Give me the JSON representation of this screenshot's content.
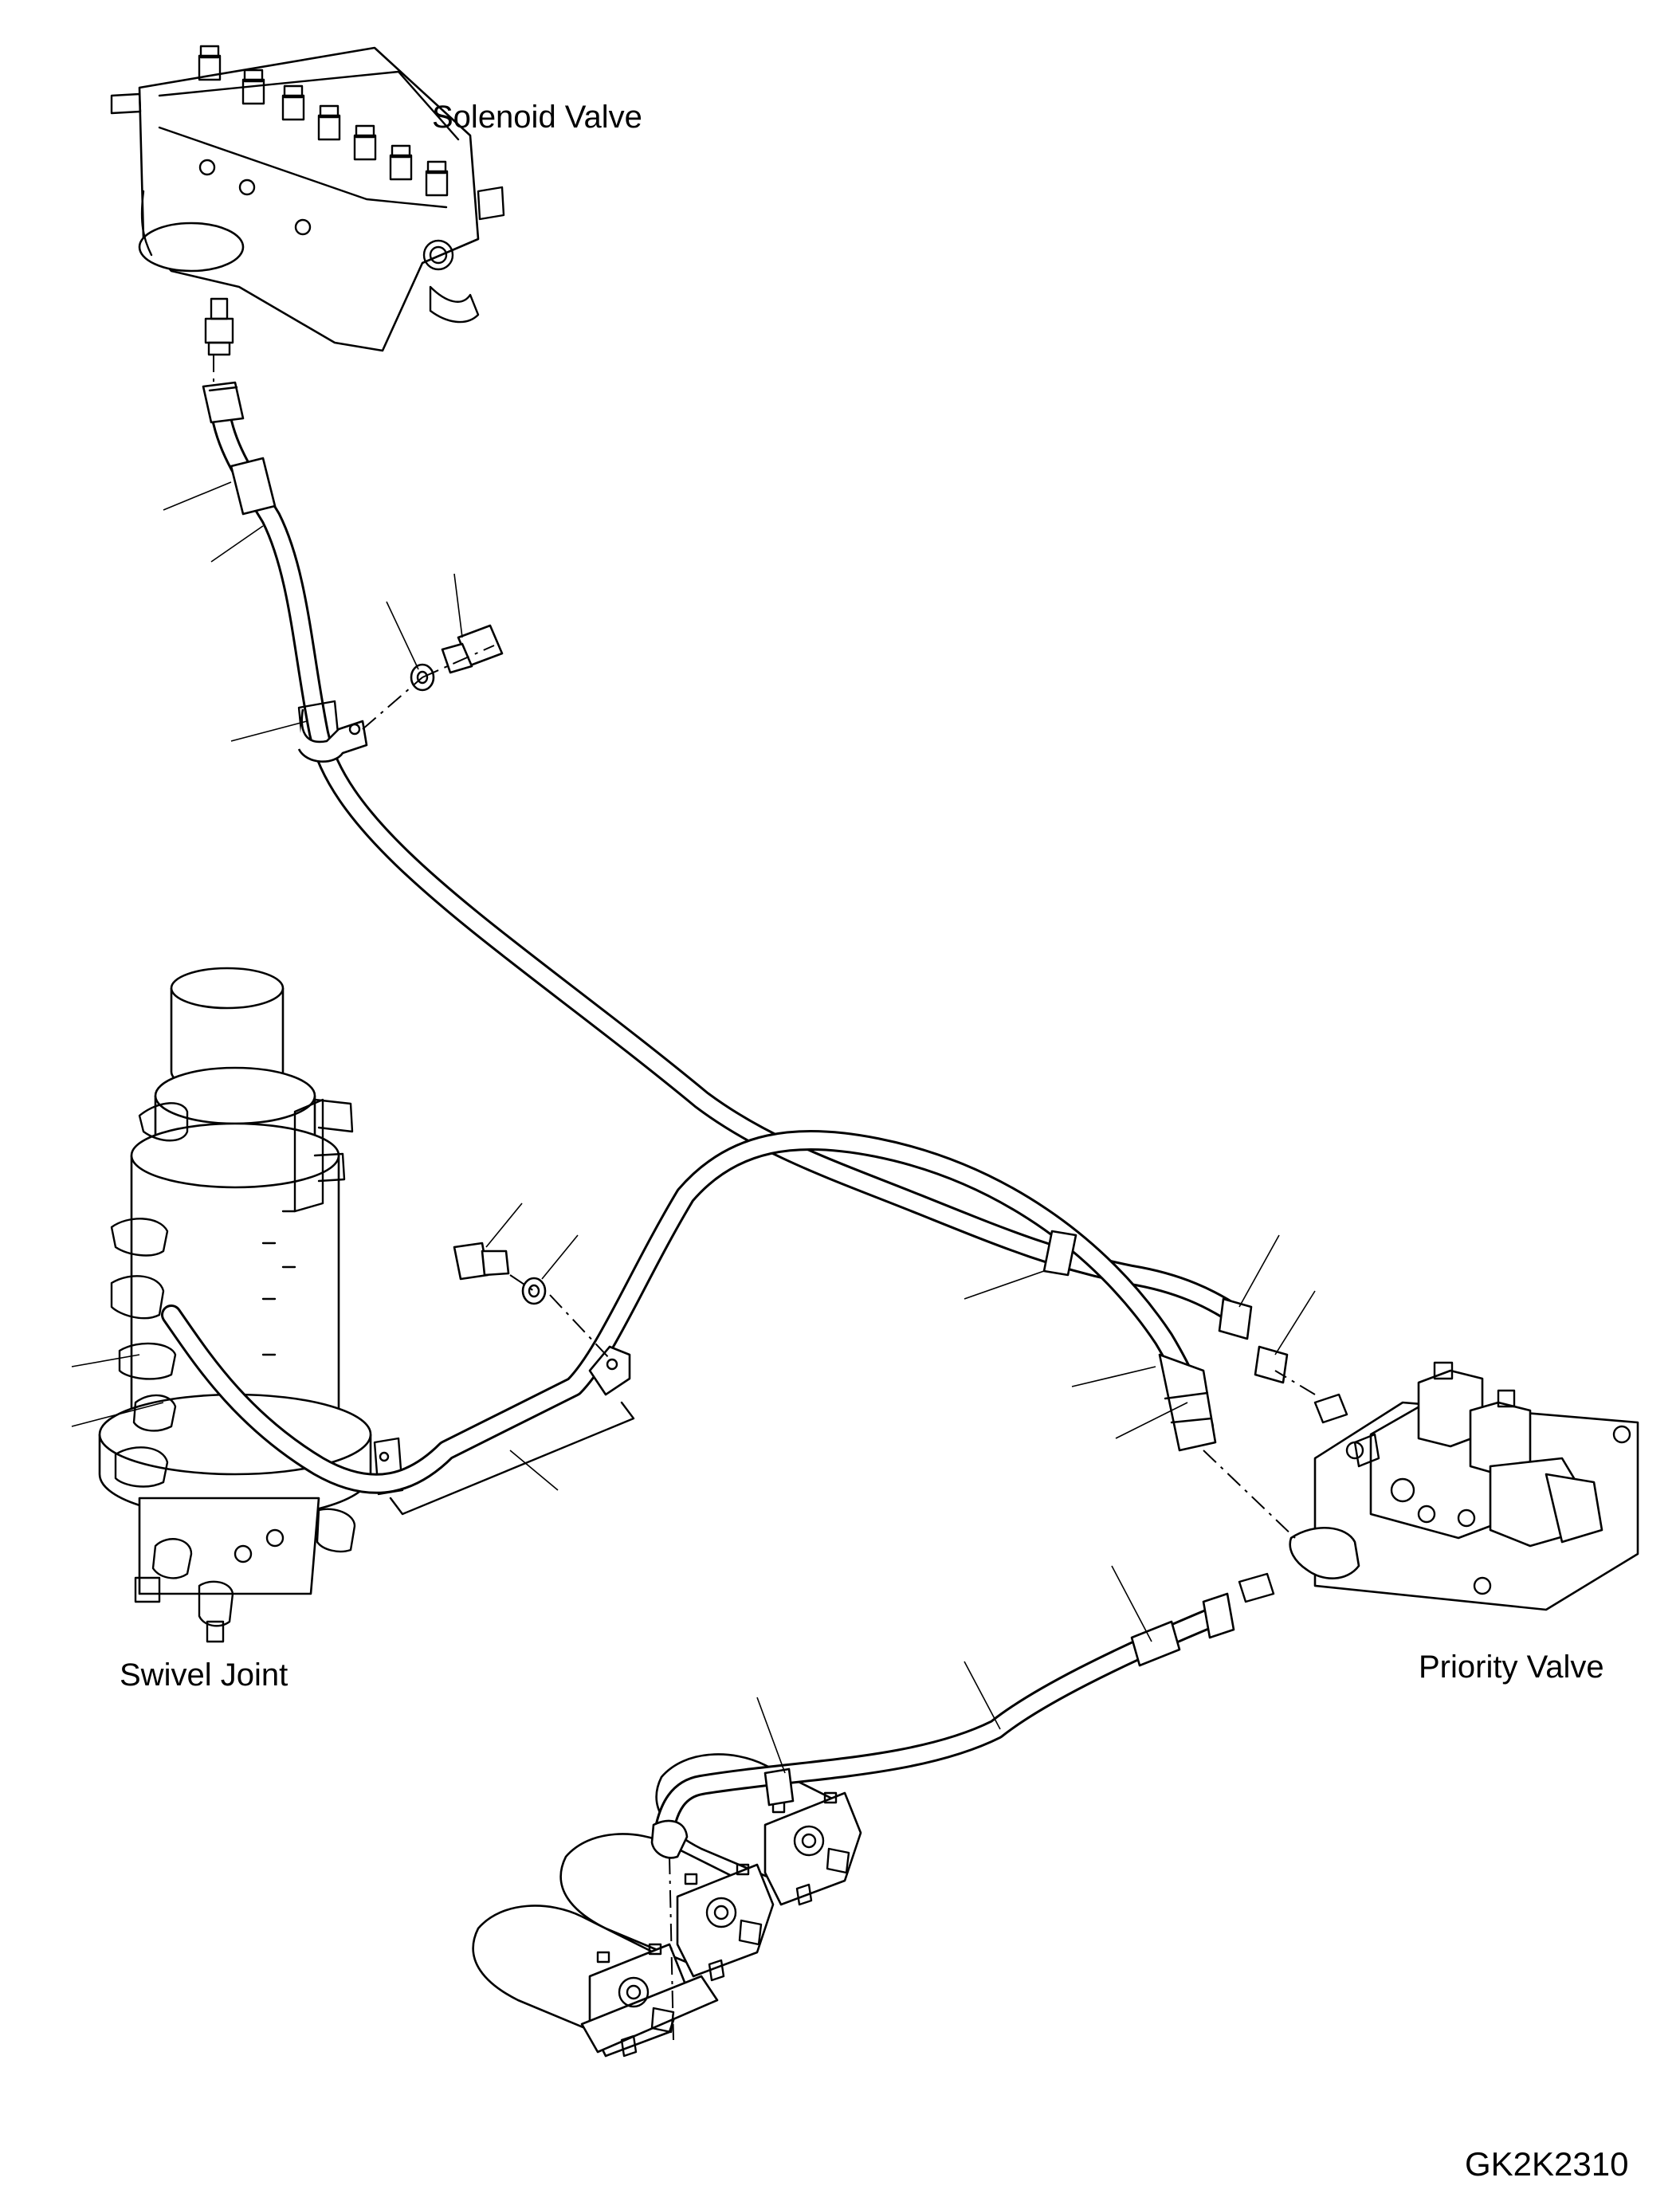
{
  "labels": {
    "solenoid_valve": "Solenoid Valve",
    "swivel_joint": "Swivel Joint",
    "priority_valve": "Priority Valve",
    "drawing_code": "GK2K2310"
  }
}
